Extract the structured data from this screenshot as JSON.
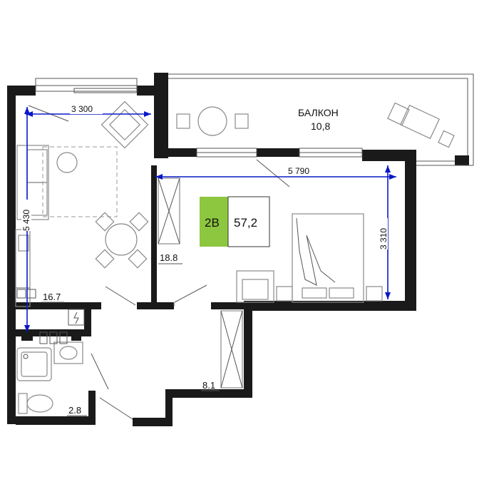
{
  "badge": {
    "code": "2B",
    "total_area": "57,2",
    "accent_color": "#8dc63f"
  },
  "balcony": {
    "name": "БАЛКОН",
    "area": "10,8"
  },
  "rooms": {
    "kitchen_living": "16.7",
    "bedroom": "18.8",
    "hallway": "8.1",
    "bathroom": "2.8"
  },
  "dimensions": {
    "kitchen_width": "3 300",
    "kitchen_length": "5 430",
    "bedroom_width": "5 790",
    "bedroom_depth": "3 310"
  },
  "colors": {
    "walls": "#1a1a1a",
    "dimension_lines": "#0a18c8"
  }
}
